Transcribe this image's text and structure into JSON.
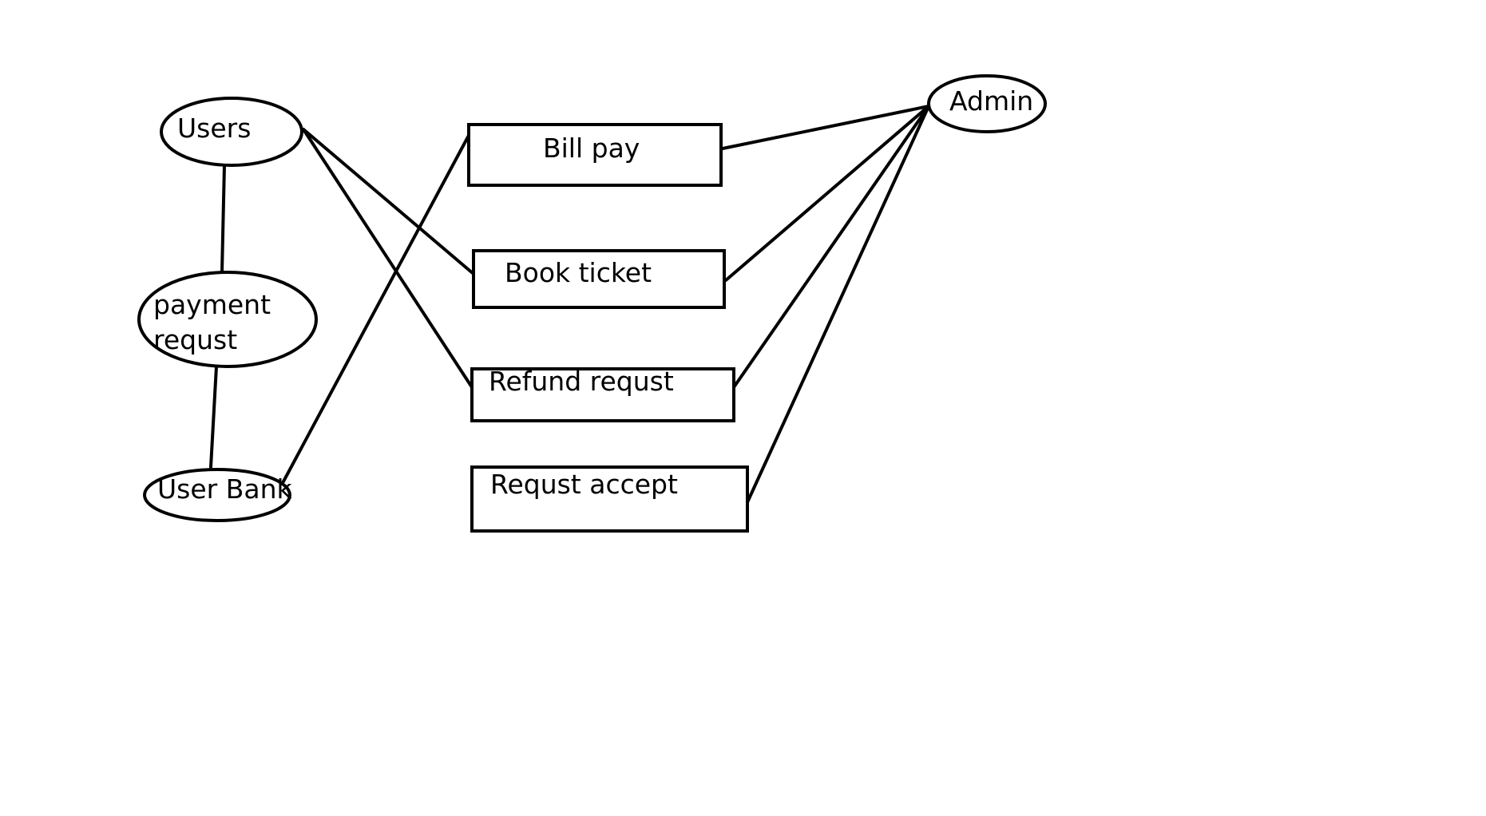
{
  "diagram": {
    "nodes": {
      "users": {
        "label": "Users",
        "shape": "ellipse"
      },
      "payment_request": {
        "label_line1": "payment",
        "label_line2": "requst",
        "shape": "ellipse"
      },
      "user_bank": {
        "label": "User Bank",
        "shape": "ellipse"
      },
      "admin": {
        "label": "Admin",
        "shape": "ellipse"
      },
      "bill_pay": {
        "label": "Bill pay",
        "shape": "rectangle"
      },
      "book_ticket": {
        "label": "Book ticket",
        "shape": "rectangle"
      },
      "refund_request": {
        "label": "Refund requst",
        "shape": "rectangle"
      },
      "request_accept": {
        "label": "Requst accept",
        "shape": "rectangle"
      }
    },
    "edges": [
      {
        "from": "users",
        "to": "payment_request"
      },
      {
        "from": "payment_request",
        "to": "user_bank"
      },
      {
        "from": "users",
        "to": "book_ticket"
      },
      {
        "from": "users",
        "to": "refund_request"
      },
      {
        "from": "user_bank",
        "to": "bill_pay"
      },
      {
        "from": "admin",
        "to": "bill_pay"
      },
      {
        "from": "admin",
        "to": "book_ticket"
      },
      {
        "from": "admin",
        "to": "refund_request"
      },
      {
        "from": "admin",
        "to": "request_accept"
      }
    ]
  }
}
